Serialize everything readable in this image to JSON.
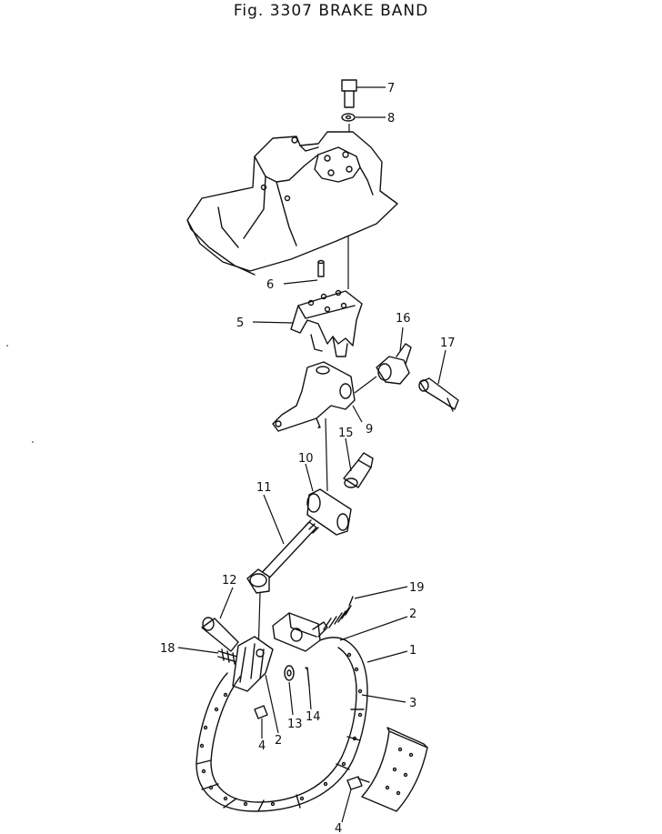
{
  "title": "Fig. 3307 BRAKE BAND",
  "callouts": {
    "c1": "1",
    "c2a": "2",
    "c2b": "2",
    "c3": "3",
    "c4a": "4",
    "c4b": "4",
    "c5": "5",
    "c6": "6",
    "c7": "7",
    "c8": "8",
    "c9": "9",
    "c10": "10",
    "c11": "11",
    "c12": "12",
    "c13": "13",
    "c14": "14",
    "c15": "15",
    "c16": "16",
    "c17": "17",
    "c18": "18",
    "c19": "19"
  },
  "colors": {
    "line": "#111111",
    "background": "#ffffff"
  }
}
